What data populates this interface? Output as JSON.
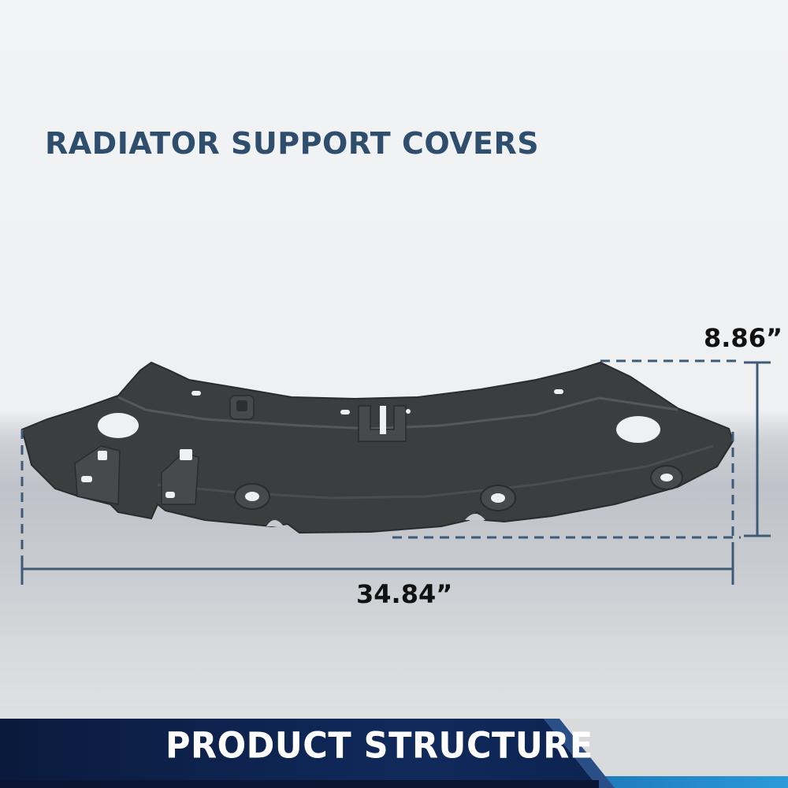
{
  "header": {
    "title": "RADIATOR SUPPORT COVERS"
  },
  "dimensions": {
    "height_label": "8.86”",
    "width_label": "34.84”"
  },
  "banner": {
    "label": "PRODUCT STRUCTURE"
  },
  "colors": {
    "title": "#2f4e6d",
    "dimension_line": "#3f5a77",
    "banner_dark": "#0d1f45",
    "banner_accent": "#1f86c8",
    "part": "#3c3d3f"
  },
  "icons": {
    "product": "radiator-support-cover-part"
  }
}
